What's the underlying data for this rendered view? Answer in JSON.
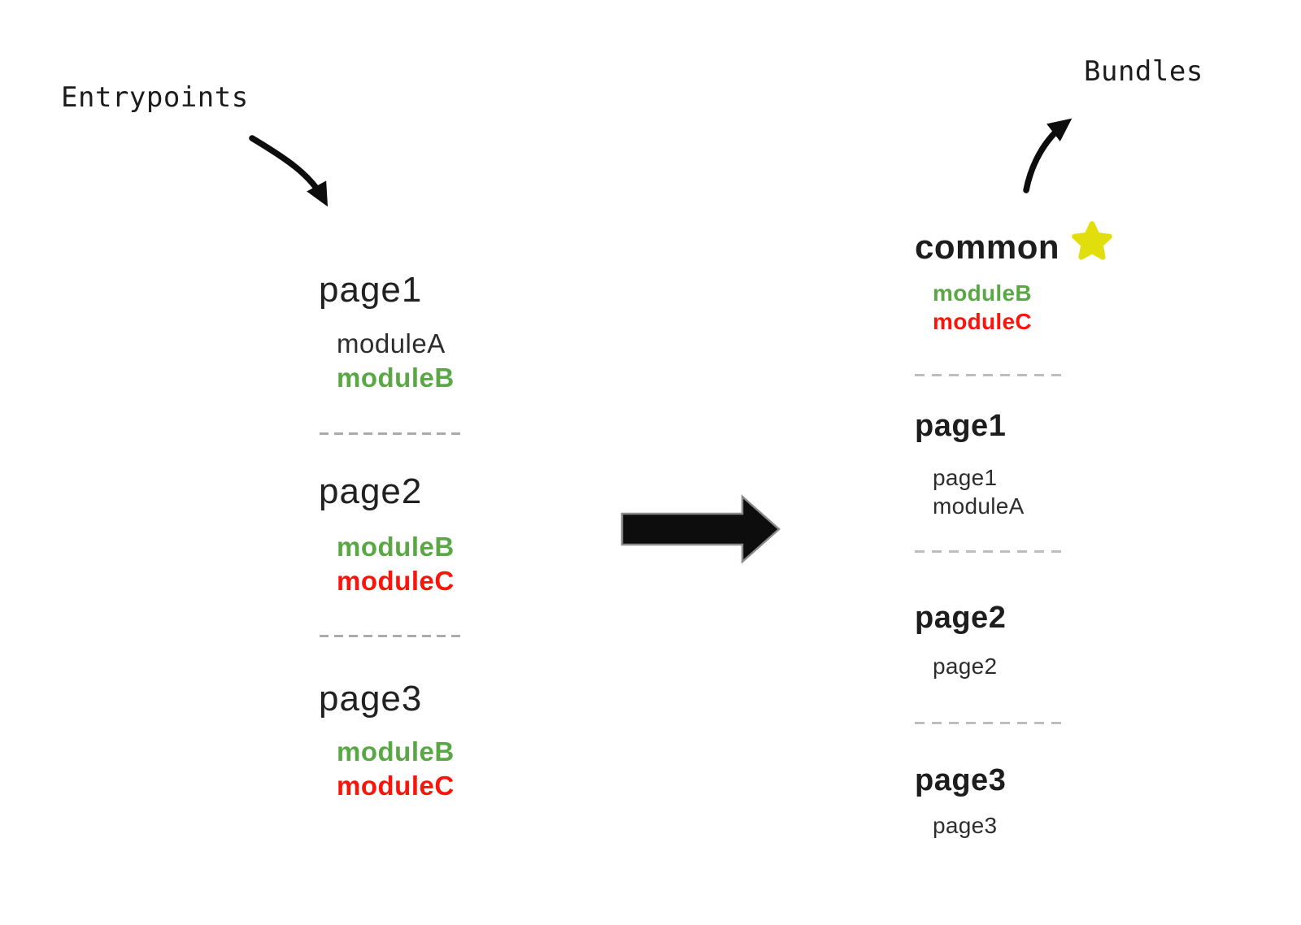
{
  "labels": {
    "entrypoints": "Entrypoints",
    "bundles": "Bundles"
  },
  "colors": {
    "green_module": "#5aa746",
    "red_module": "#f9150c",
    "dark_text": "#212121",
    "star_yellow": "#e2de0d",
    "arrow_black": "#0d0d0d",
    "dash_gray": "#ababab"
  },
  "icons": {
    "star": "star-icon (yellow, marks the shared chunk)",
    "flow": "right-arrow-icon (entrypoints transformed into bundles)",
    "entry_pointer": "curved-arrow-down-icon",
    "bundle_pointer": "curved-arrow-up-icon"
  },
  "entrypoints": [
    {
      "title": "page1",
      "modules": [
        {
          "name": "moduleA",
          "color": "#2d2d2d"
        },
        {
          "name": "moduleB",
          "color": "#5aa746"
        }
      ]
    },
    {
      "title": "page2",
      "modules": [
        {
          "name": "moduleB",
          "color": "#5aa746"
        },
        {
          "name": "moduleC",
          "color": "#f9150c"
        }
      ]
    },
    {
      "title": "page3",
      "modules": [
        {
          "name": "moduleB",
          "color": "#5aa746"
        },
        {
          "name": "moduleC",
          "color": "#f9150c"
        }
      ]
    }
  ],
  "bundles": [
    {
      "title": "common",
      "starred": true,
      "modules": [
        {
          "name": "moduleB",
          "color": "#5aa746"
        },
        {
          "name": "moduleC",
          "color": "#f9150c"
        }
      ]
    },
    {
      "title": "page1",
      "starred": false,
      "modules": [
        {
          "name": "page1",
          "color": "#2d2d2d"
        },
        {
          "name": "moduleA",
          "color": "#2d2d2d"
        }
      ]
    },
    {
      "title": "page2",
      "starred": false,
      "modules": [
        {
          "name": "page2",
          "color": "#2d2d2d"
        }
      ]
    },
    {
      "title": "page3",
      "starred": false,
      "modules": [
        {
          "name": "page3",
          "color": "#2d2d2d"
        }
      ]
    }
  ]
}
